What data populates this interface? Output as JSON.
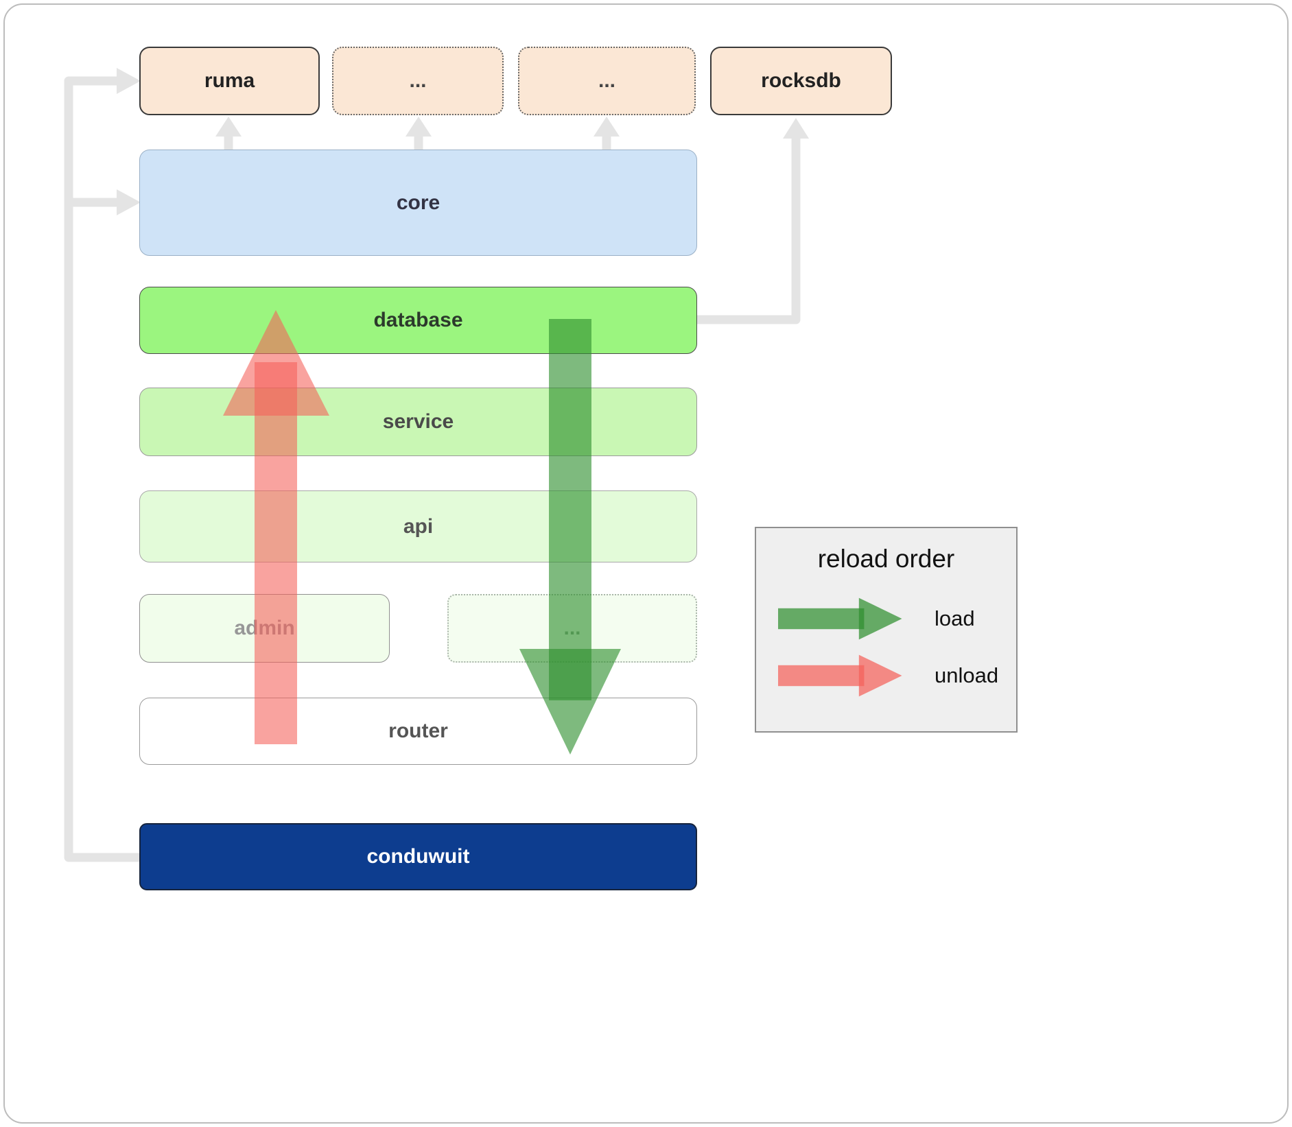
{
  "boxes": {
    "ruma": "ruma",
    "ext1": "...",
    "ext2": "...",
    "rocksdb": "rocksdb",
    "core": "core",
    "database": "database",
    "service": "service",
    "api": "api",
    "admin": "admin",
    "ext3": "...",
    "router": "router",
    "conduwuit": "conduwuit"
  },
  "legend": {
    "title": "reload order",
    "load_label": "load",
    "unload_label": "unload"
  },
  "colors": {
    "peach-fill": "#fbe7d5",
    "core-fill": "#cfe3f7",
    "database-fill": "#9bf57f",
    "service-fill": "#c9f7b4",
    "api-fill": "#e3fbd9",
    "admin-fill": "#f1fdeb",
    "ext3-fill": "#f4fdf0",
    "conduwuit-fill": "#0d3d8f",
    "connector-gray": "#e4e4e4",
    "load-green": "#2f8f2f",
    "unload-red": "#f4615a",
    "legend-bg": "#efefef"
  }
}
